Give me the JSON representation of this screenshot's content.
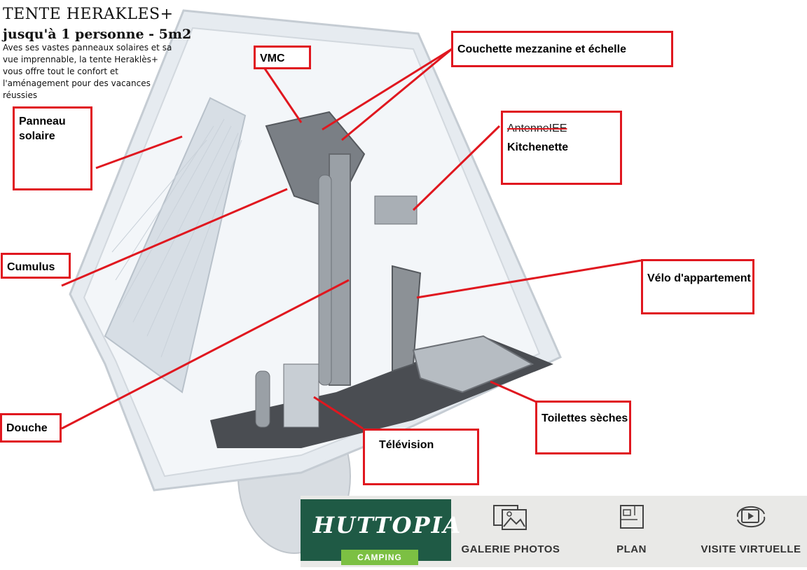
{
  "header": {
    "title": "TENTE HERAKLES+",
    "subtitle": "jusqu'à 1 personne - 5m2",
    "description": "Aves ses vastes panneaux solaires et sa vue imprennable, la tente Heraklès+ vous offre tout le confort et l'aménagement pour des vacances réussies"
  },
  "labels": {
    "vmc": "VMC",
    "couchette": "Couchette mezzanine et échelle",
    "panneau": "Panneau solaire",
    "antenne": "AntenneIEE",
    "kitchenette": "Kitchenette",
    "cumulus": "Cumulus",
    "velo": "Vélo d'appartement",
    "douche": "Douche",
    "television": "Télévision",
    "toilettes": "Toilettes sèches"
  },
  "brand": {
    "name": "HUTTOPIA",
    "badge": "CAMPING",
    "color_dark": "#1f5a45",
    "color_badge": "#7cc043"
  },
  "nav": {
    "photos": "GALERIE PHOTOS",
    "plan": "PLAN",
    "virtual": "VISITE VIRTUELLE",
    "icons": [
      "photo-gallery-icon",
      "floor-plan-icon",
      "virtual-tour-icon"
    ]
  },
  "colors": {
    "label_border": "#e0171f",
    "pointer": "#e0171f"
  }
}
